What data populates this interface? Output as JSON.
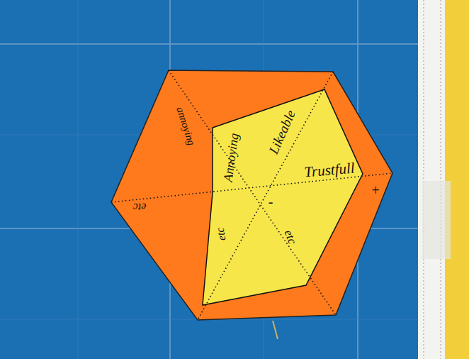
{
  "diagram": {
    "nodes": [
      {
        "text": [
          "Trustfull",
          "+",
          "-",
          "Likeable",
          "Annoying",
          "annoying",
          "etc",
          "etc",
          "etc"
        ]
      }
    ]
  }
}
